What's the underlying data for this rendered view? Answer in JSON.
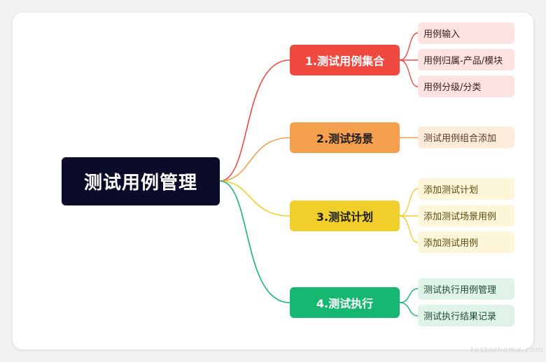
{
  "root": {
    "label": "测试用例管理"
  },
  "branches": [
    {
      "label": "1.测试用例集合",
      "color": "#f04a40",
      "children": [
        "用例输入",
        "用例归属-产品/模块",
        "用例分级/分类"
      ]
    },
    {
      "label": "2.测试场景",
      "color": "#f4a04f",
      "children": [
        "测试用例组合添加"
      ]
    },
    {
      "label": "3.测试计划",
      "color": "#f0cf2a",
      "children": [
        "添加测试计划",
        "添加测试场景用例",
        "添加测试用例"
      ]
    },
    {
      "label": "4.测试执行",
      "color": "#16b771",
      "children": [
        "测试执行用例管理",
        "测试执行结果记录"
      ]
    }
  ],
  "watermark": "testerhome.com"
}
